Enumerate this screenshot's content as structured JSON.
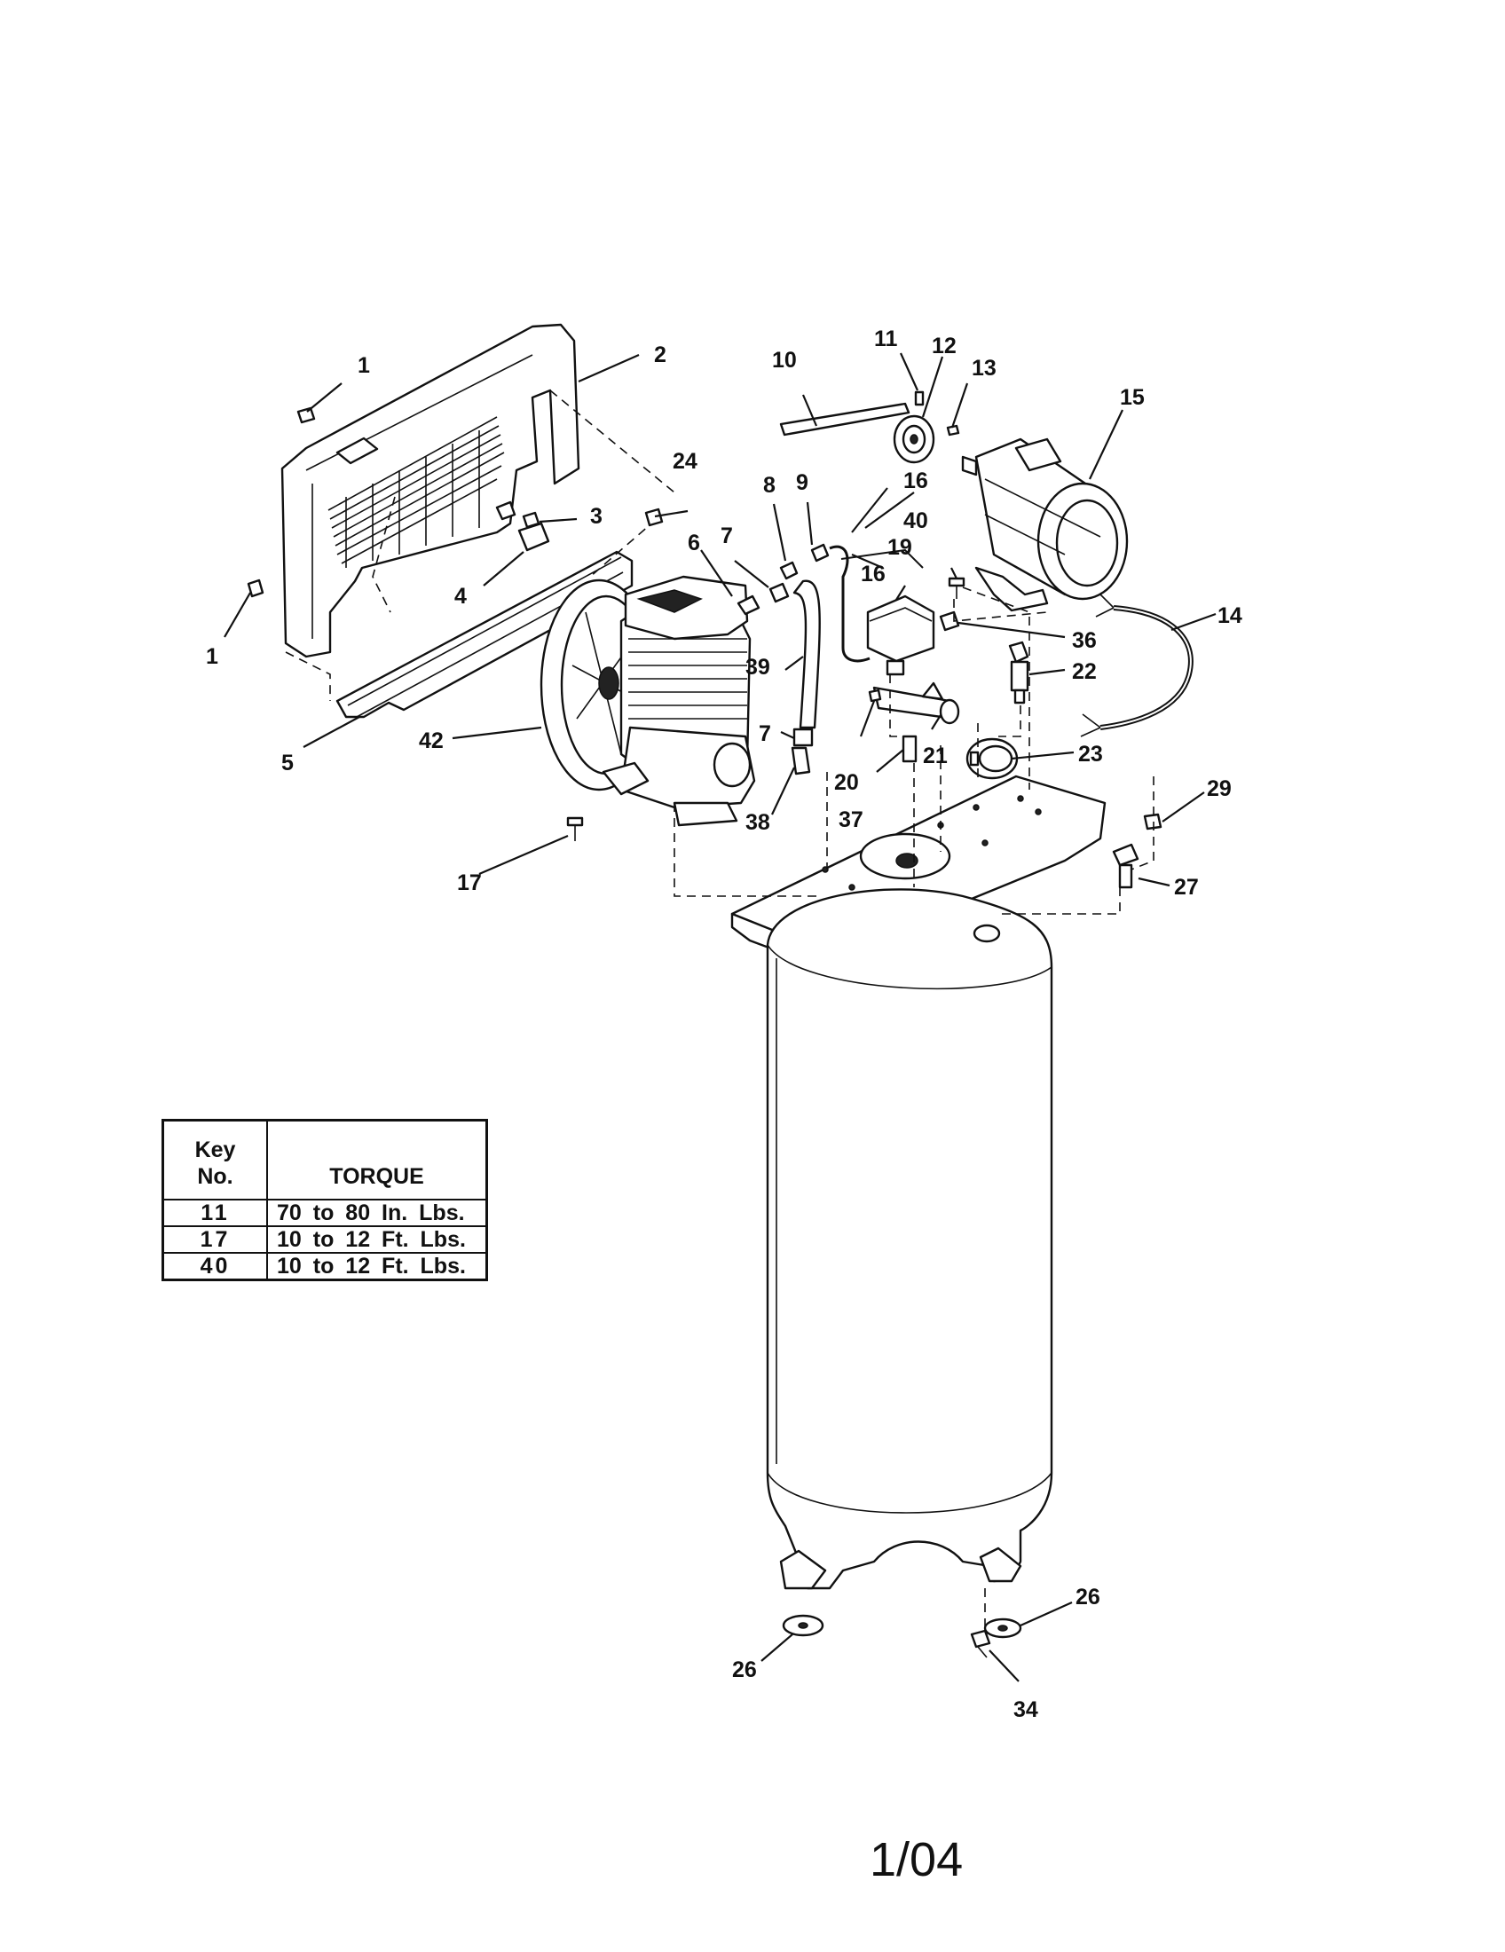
{
  "callouts": {
    "c1a": "1",
    "c1b": "1",
    "c2": "2",
    "c3": "3",
    "c4": "4",
    "c5": "5",
    "c6": "6",
    "c7a": "7",
    "c7b": "7",
    "c8": "8",
    "c9": "9",
    "c10": "10",
    "c11": "11",
    "c12": "12",
    "c13": "13",
    "c14": "14",
    "c15": "15",
    "c16a": "16",
    "c16b": "16",
    "c17": "17",
    "c19": "19",
    "c20": "20",
    "c21": "21",
    "c22": "22",
    "c23": "23",
    "c24": "24",
    "c26a": "26",
    "c26b": "26",
    "c27": "27",
    "c29": "29",
    "c34": "34",
    "c36": "36",
    "c37": "37",
    "c38": "38",
    "c39": "39",
    "c40": "40",
    "c42": "42"
  },
  "torque_table": {
    "header_key_line1": "Key",
    "header_key_line2": "No.",
    "header_torque": "TORQUE",
    "rows": [
      {
        "key": "11",
        "torque": "70 to 80 In. Lbs."
      },
      {
        "key": "17",
        "torque": "10 to 12 Ft. Lbs."
      },
      {
        "key": "40",
        "torque": "10 to 12 Ft. Lbs."
      }
    ]
  },
  "page_number": "1/04"
}
